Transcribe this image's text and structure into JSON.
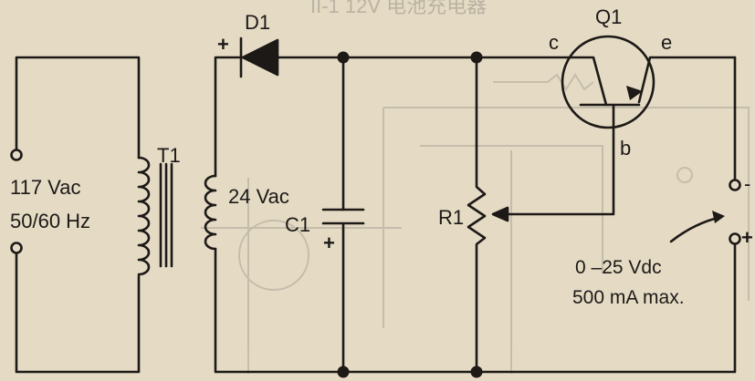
{
  "page_header": "II-1  12V 电池充电器",
  "labels": {
    "input_voltage": "117 Vac",
    "input_frequency": "50/60 Hz",
    "transformer": "T1",
    "secondary_voltage": "24 Vac",
    "diode": "D1",
    "diode_polarity": "+",
    "capacitor": "C1",
    "capacitor_polarity": "+",
    "potentiometer": "R1",
    "transistor": "Q1",
    "collector": "c",
    "emitter": "e",
    "base": "b",
    "output_negative": "-",
    "output_positive": "+",
    "output_range": "0 –25 Vdc",
    "output_current": "500 mA max."
  },
  "colors": {
    "paper": "#e5dbc4",
    "ink": "#1c1917",
    "bleed_through": "#a8a294"
  }
}
